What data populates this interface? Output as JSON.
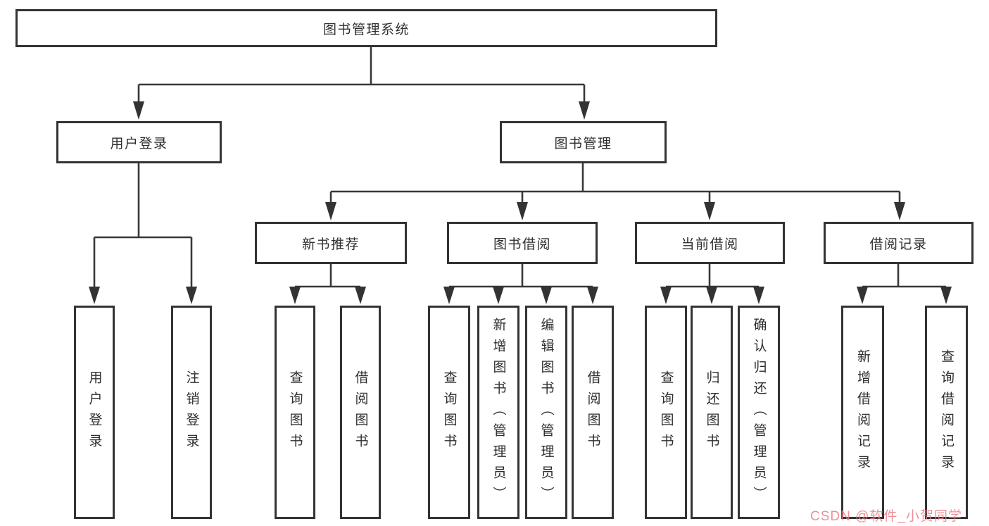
{
  "tree": {
    "label": "图书管理系统",
    "children": [
      {
        "label": "用户登录",
        "children": [
          {
            "label": "用户登录"
          },
          {
            "label": "注销登录"
          }
        ]
      },
      {
        "label": "图书管理",
        "children": [
          {
            "label": "新书推荐",
            "children": [
              {
                "label": "查询图书"
              },
              {
                "label": "借阅图书"
              }
            ]
          },
          {
            "label": "图书借阅",
            "children": [
              {
                "label": "查询图书"
              },
              {
                "label": "新增图书（管理员）"
              },
              {
                "label": "编辑图书（管理员）"
              },
              {
                "label": "借阅图书"
              }
            ]
          },
          {
            "label": "当前借阅",
            "children": [
              {
                "label": "查询图书"
              },
              {
                "label": "归还图书"
              },
              {
                "label": "确认归还（管理员）"
              }
            ]
          },
          {
            "label": "借阅记录",
            "children": [
              {
                "label": "新增借阅记录"
              },
              {
                "label": "查询借阅记录"
              }
            ]
          }
        ]
      }
    ]
  },
  "watermark": "CSDN @软件_小贺同学",
  "colors": {
    "background": "#ffffff",
    "box_border": "#333333",
    "connector": "#383838",
    "text": "#2e2e2e",
    "watermark": "#ec7d86"
  }
}
